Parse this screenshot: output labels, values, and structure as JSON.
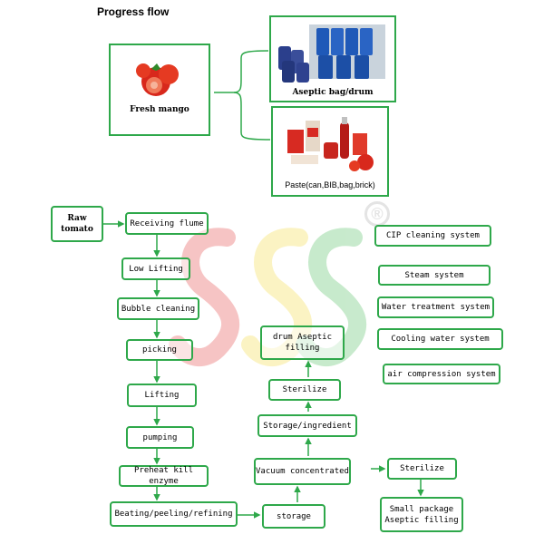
{
  "header": {
    "title": "Progress flow"
  },
  "products": {
    "fresh": "Fresh mango",
    "aseptic": "Aseptic bag/drum",
    "paste": "Paste(can,BIB,bag,brick)"
  },
  "watermark": {
    "logo_text": "SSS",
    "registered": "®"
  },
  "steps": {
    "raw_tomato": "Raw\ntomato",
    "receiving": "Receiving flume",
    "low_lifting": "Low Lifting",
    "bubble": "Bubble cleaning",
    "picking": "picking",
    "lifting": "Lifting",
    "pumping": "pumping",
    "preheat": "Preheat kill enzyme",
    "beating": "Beating/peeling/refining",
    "storage": "storage",
    "vacuum": "Vacuum concentrated",
    "storage_ingredient": "Storage/ingredient",
    "sterilize_left": "Sterilize",
    "drum_filling": "drum Aseptic\nfilling",
    "sterilize_right": "Sterilize",
    "small_package": "Small package\nAseptic filling"
  },
  "systems": {
    "cip": "CIP cleaning system",
    "steam": "Steam system",
    "water": "Water treatment system",
    "cooling": "Cooling water system",
    "air": "air compression system"
  },
  "colors": {
    "accent": "#2ea84a",
    "wm_red": "#e03030",
    "wm_yellow": "#f2d62b",
    "wm_green": "#3bb54a"
  }
}
